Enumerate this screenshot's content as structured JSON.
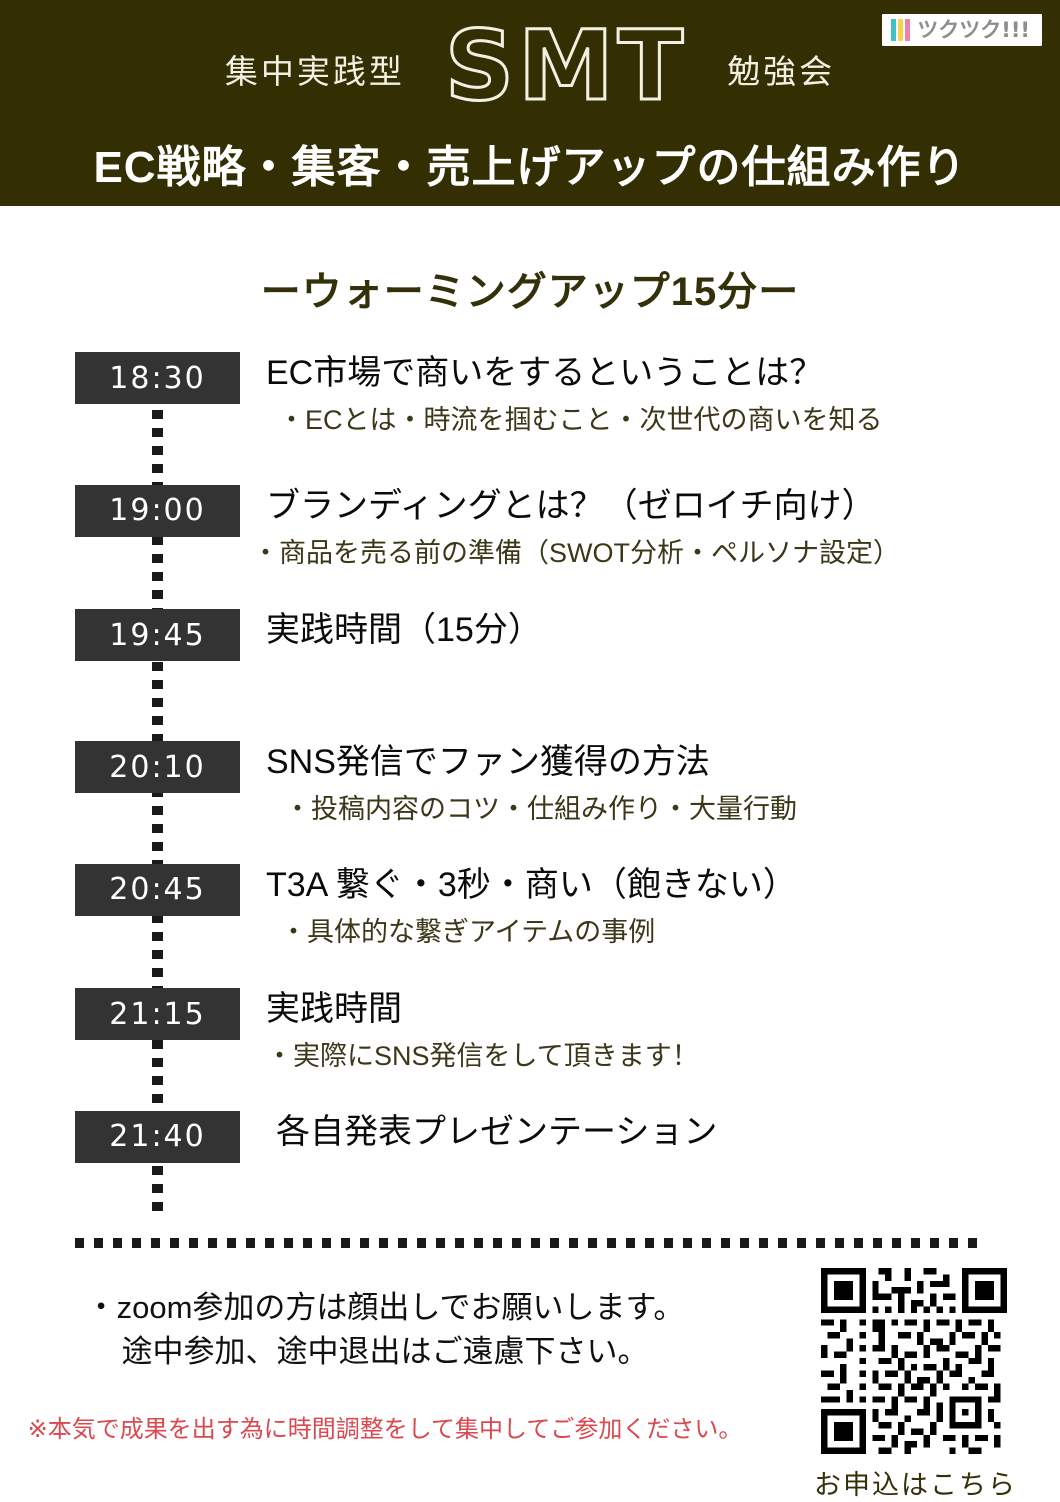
{
  "header": {
    "logo": {
      "text": "ツクツク!!!",
      "bar_colors": [
        "#3fc0c6",
        "#f3d44a",
        "#ef7fae"
      ]
    },
    "keyword_left": "集中実践型",
    "brand": "SMT",
    "keyword_right": "勉強会",
    "banner": "EC戦略・集客・売上げアップの仕組み作り",
    "bg_color": "#332f02"
  },
  "section": {
    "title": "ーウォーミングアップ15分ー"
  },
  "timeline": {
    "items": [
      {
        "time": "18:30",
        "title": "EC市場で商いをするということは？",
        "sub": "・ECとは・時流を掴むこと・次世代の商いを知る"
      },
      {
        "time": "19:00",
        "title": "ブランディングとは？（ゼロイチ向け）",
        "sub": "・商品を売る前の準備（SWOT分析・ペルソナ設定）"
      },
      {
        "time": "19:45",
        "title": "実践時間（15分）",
        "sub": ""
      },
      {
        "time": "20:10",
        "title": "SNS発信でファン獲得の方法",
        "sub": "・投稿内容のコツ・仕組み作り・大量行動"
      },
      {
        "time": "20:45",
        "title": "T3A 繋ぐ・3秒・商い（飽きない）",
        "sub": "・具体的な繋ぎアイテムの事例"
      },
      {
        "time": "21:15",
        "title": "実践時間",
        "sub": "・実際にSNS発信をして頂きます！"
      },
      {
        "time": "21:40",
        "title": "各自発表プレゼンテーション",
        "sub": ""
      }
    ]
  },
  "footer": {
    "line1": "・zoom参加の方は顔出しでお願いします。",
    "line2": "途中参加、途中退出はご遠慮下さい。",
    "note": "※本気で成果を出す為に時間調整をして集中してご参加ください。",
    "note_color": "#d9494f",
    "qr_caption": "お申込はこちら"
  }
}
